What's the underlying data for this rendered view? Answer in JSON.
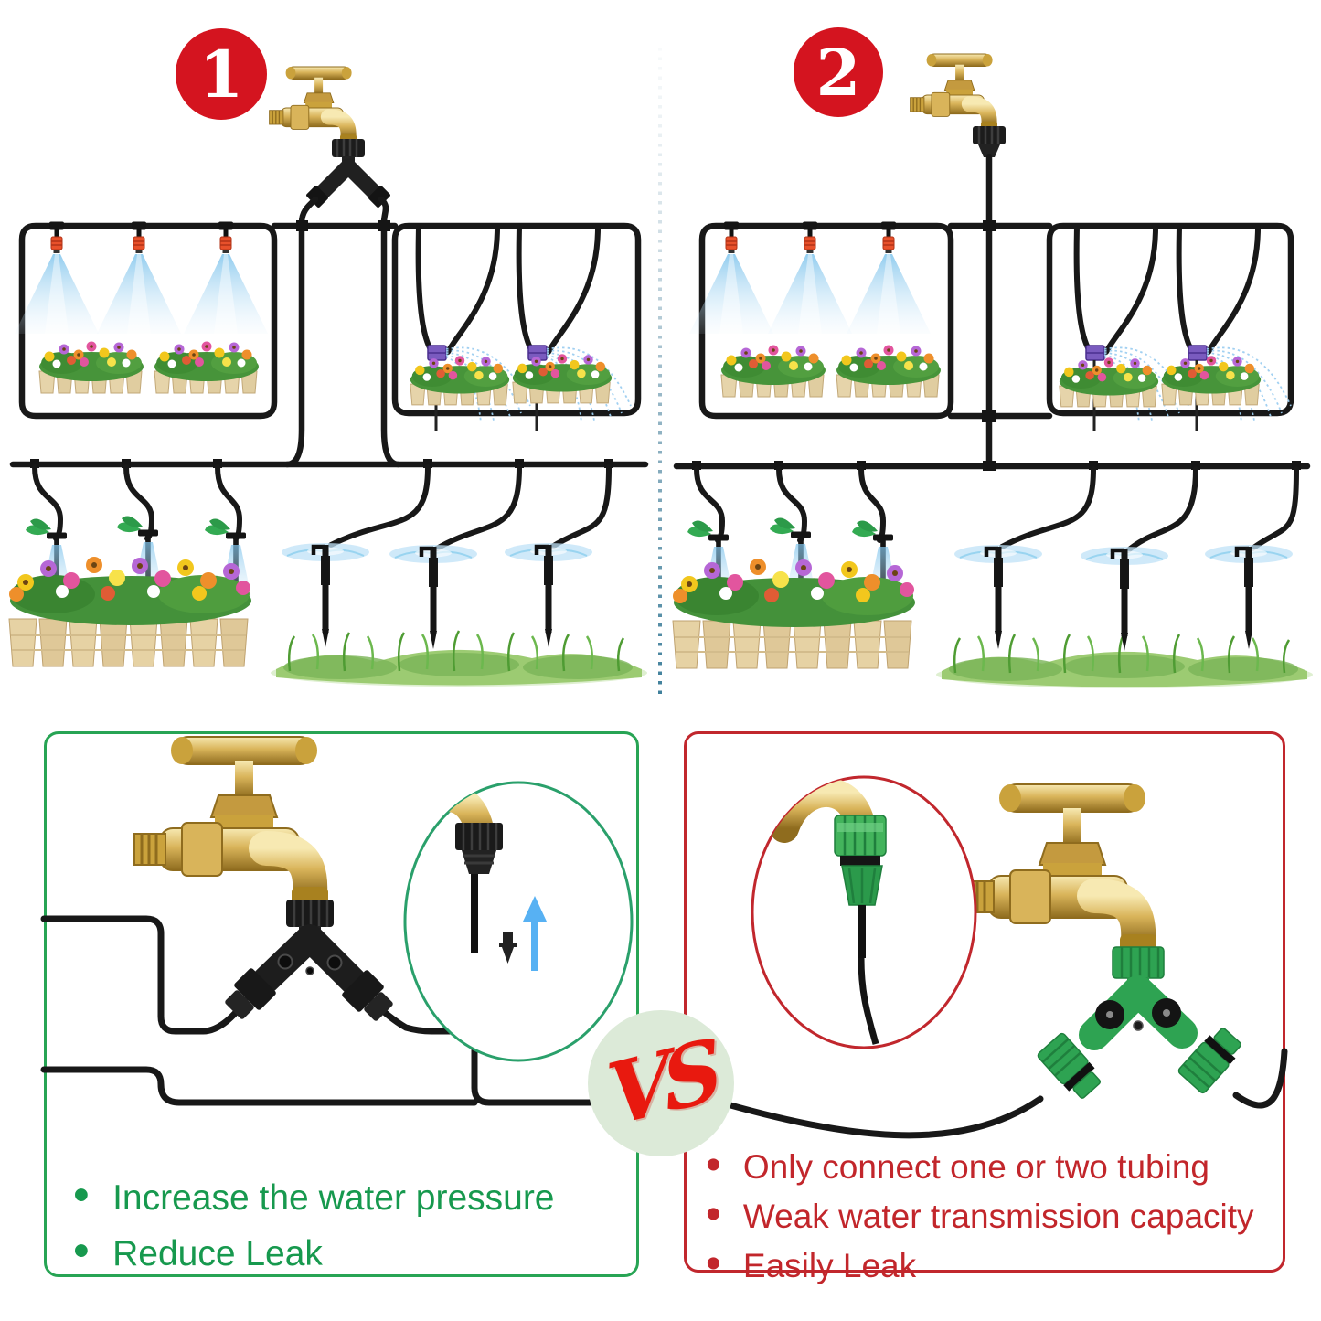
{
  "badges": {
    "system_one": "1",
    "system_two": "2"
  },
  "vs": {
    "label": "VS",
    "background": "#dcead8",
    "color": "#e8190f"
  },
  "pros_panel": {
    "border_color": "#27a454",
    "text_color": "#17994e",
    "bullets": [
      "Increase the water pressure",
      "Reduce Leak"
    ]
  },
  "cons_panel": {
    "border_color": "#c1272d",
    "text_color": "#c2262b",
    "bullets": [
      "Only connect one or two tubing",
      "Weak water transmission capacity",
      "Easily Leak"
    ]
  },
  "divider": {
    "style": "dotted-vertical-line",
    "color": "#3e7f9b"
  },
  "icons": {
    "faucet": "brass-garden-tap",
    "left_splitter": "black-2-way-y-connector",
    "right_splitter": "green-2-way-y-connector",
    "mist_nozzle": "red-misting-nozzle",
    "sprayer": "purple-flag-sprayer",
    "dripper": "stake-dripper",
    "inset_left": "quick-barb-connector-detail",
    "inset_right": "green-quick-connector-detail"
  },
  "palette": {
    "tube": "#181818",
    "brass": "#d9b45a",
    "mist_blue": "#aadcf5",
    "nozzle_red": "#e8512b",
    "emitter_purple": "#7a5bbf",
    "connector_green": "#2ea352",
    "grass_green": "#8fc46c",
    "pot_tan": "#e6d2a4"
  }
}
